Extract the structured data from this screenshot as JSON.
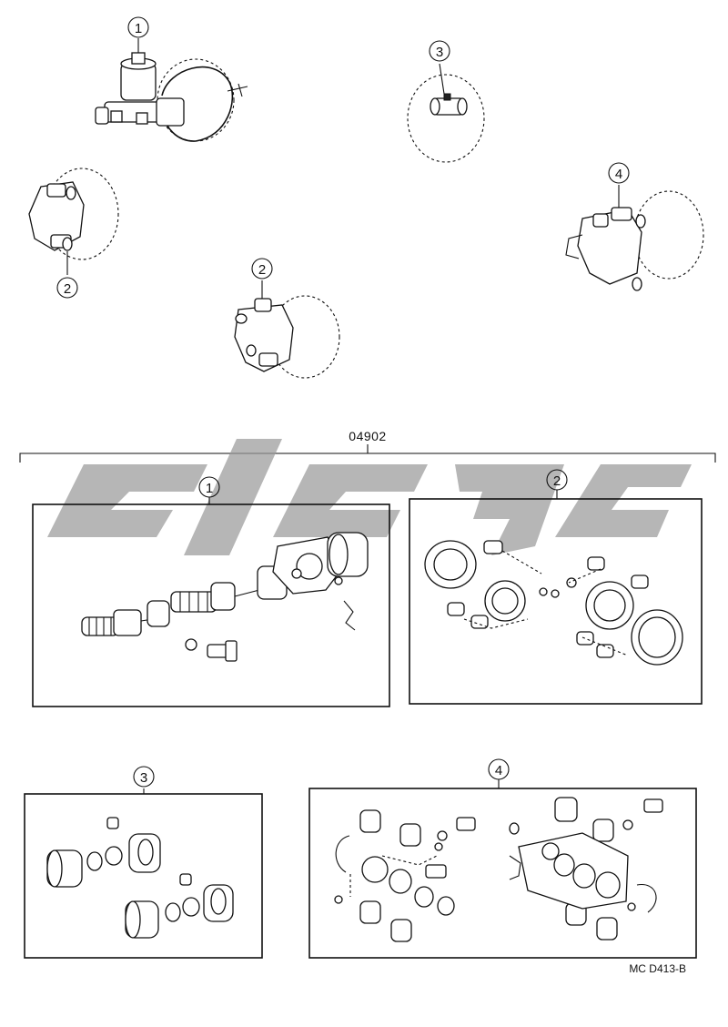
{
  "group_code": "04902",
  "figure_code": "MC D413-B",
  "callouts": {
    "c1": "1",
    "c2": "2",
    "c3": "3",
    "c4": "4"
  },
  "watermark": {
    "color": "#9a9a9a"
  }
}
